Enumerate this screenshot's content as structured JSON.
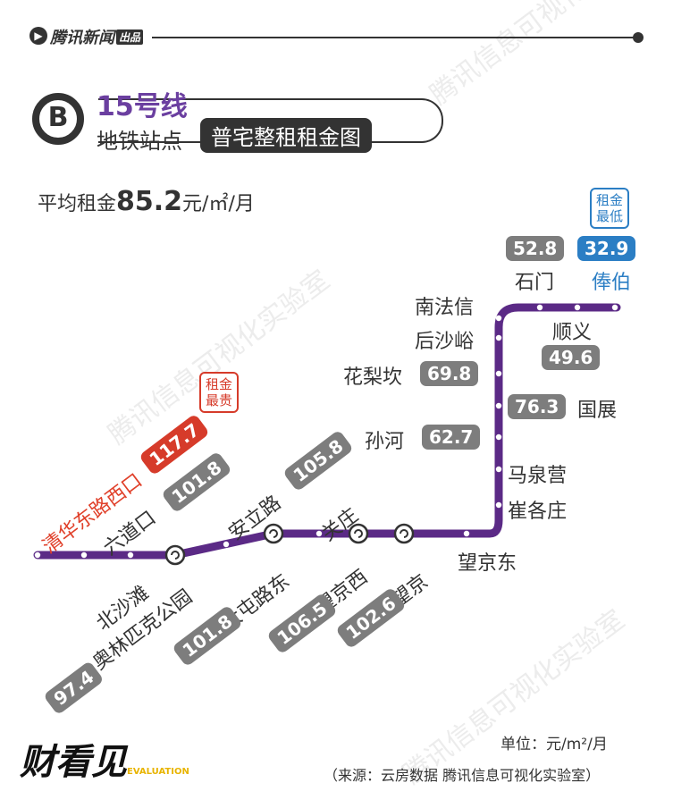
{
  "header": {
    "brand": "腾讯新闻",
    "brand_tag": "出品"
  },
  "title": {
    "line": "15号线",
    "subtitle": "地铁站点",
    "highlight": "普宅整租租金图",
    "logo": "B"
  },
  "average": {
    "prefix": "平均租金",
    "value": "85.2",
    "unit": "元/㎡/月"
  },
  "tags": {
    "highest": "租金最贵",
    "lowest": "租金最低"
  },
  "stations": [
    {
      "name": "清华东路西口",
      "rent": "117.7",
      "flag": "hi"
    },
    {
      "name": "六道口",
      "rent": "101.8"
    },
    {
      "name": "北沙滩"
    },
    {
      "name": "奥林匹克公园",
      "rent": "97.4"
    },
    {
      "name": "安立路",
      "rent": "105.8"
    },
    {
      "name": "大屯路东",
      "rent": "101.8"
    },
    {
      "name": "关庄"
    },
    {
      "name": "望京西",
      "rent": "106.5"
    },
    {
      "name": "望京",
      "rent": "102.6"
    },
    {
      "name": "望京东"
    },
    {
      "name": "崔各庄"
    },
    {
      "name": "马泉营"
    },
    {
      "name": "孙河",
      "rent": "62.7"
    },
    {
      "name": "国展",
      "rent": "76.3"
    },
    {
      "name": "花梨坎",
      "rent": "69.8"
    },
    {
      "name": "后沙峪"
    },
    {
      "name": "南法信"
    },
    {
      "name": "石门",
      "rent": "52.8"
    },
    {
      "name": "顺义",
      "rent": "49.6"
    },
    {
      "name": "俸伯",
      "rent": "32.9",
      "flag": "lo"
    }
  ],
  "watermark": "腾讯信息可视化实验室",
  "footer": {
    "logo": "财看见",
    "logo_sub": "EVALUATION",
    "unit": "单位：元/m²/月",
    "source": "（来源：云房数据  腾讯信息可视化实验室）"
  },
  "colors": {
    "line": "#5b2a86",
    "high": "#d63b2a",
    "low": "#2b7ec4",
    "badge": "#7d7d7d"
  }
}
